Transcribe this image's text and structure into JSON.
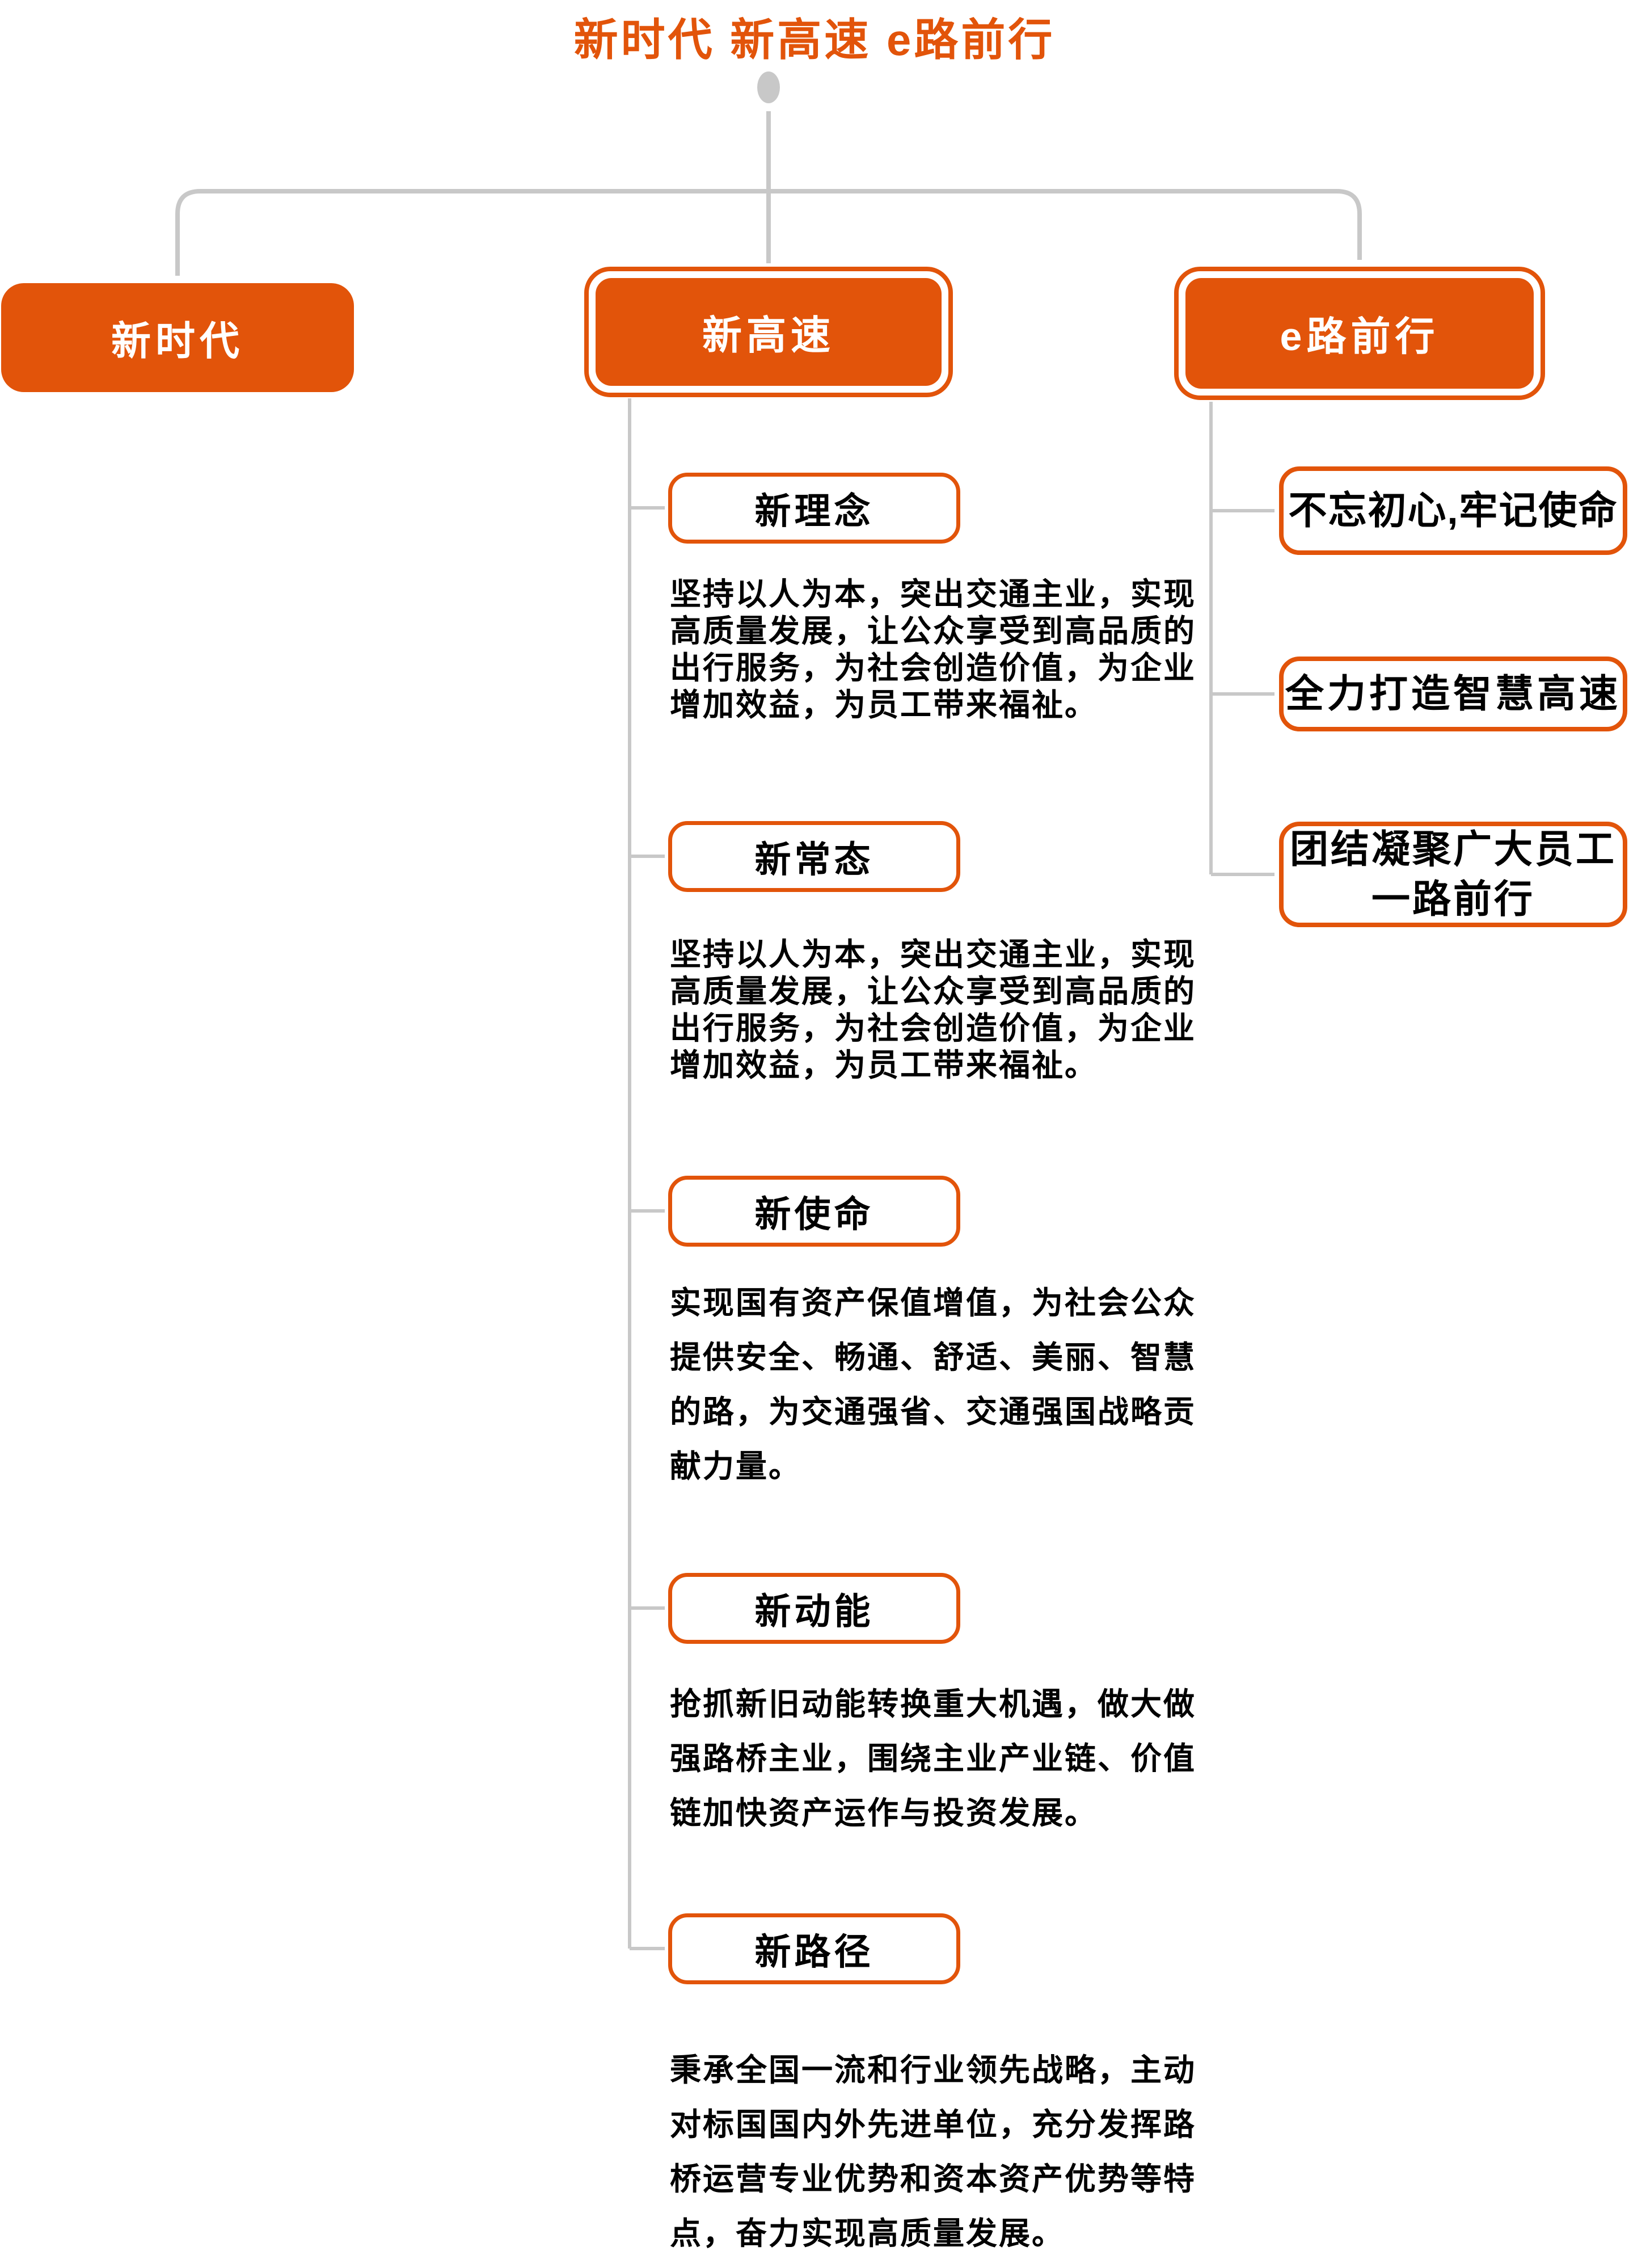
{
  "colors": {
    "accent": "#E2540A",
    "connector": "#C8C8C8",
    "node_text_light": "#FFFFFF",
    "node_text_dark": "#000000",
    "background": "#FFFFFF"
  },
  "tree": {
    "title": "新时代 新高速 e路前行",
    "branches": [
      {
        "label": "新时代",
        "children": []
      },
      {
        "label": "新高速",
        "children": [
          {
            "label": "新理念",
            "text": "坚持以人为本，突出交通主业，实现\n高质量发展，让公众享受到高品质的\n出行服务，为社会创造价值，为企业\n增加效益，为员工带来福祉。"
          },
          {
            "label": "新常态",
            "text": "坚持以人为本，突出交通主业，实现\n高质量发展，让公众享受到高品质的\n出行服务，为社会创造价值，为企业\n增加效益，为员工带来福祉。"
          },
          {
            "label": "新使命",
            "text": "实现国有资产保值增值，为社会公众\n提供安全、畅通、舒适、美丽、智慧\n的路，为交通强省、交通强国战略贡\n献力量。"
          },
          {
            "label": "新动能",
            "text": "抢抓新旧动能转换重大机遇，做大做\n强路桥主业，围绕主业产业链、价值\n链加快资产运作与投资发展。"
          },
          {
            "label": "新路径",
            "text": "秉承全国一流和行业领先战略，主动\n对标国国内外先进单位，充分发挥路\n桥运营专业优势和资本资产优势等特\n点，奋力实现高质量发展。"
          }
        ]
      },
      {
        "label": "e路前行",
        "children": [
          {
            "label": "不忘初心,牢记使命"
          },
          {
            "label": "全力打造智慧高速"
          },
          {
            "label": "团结凝聚广大员工\n一路前行"
          }
        ]
      }
    ]
  }
}
